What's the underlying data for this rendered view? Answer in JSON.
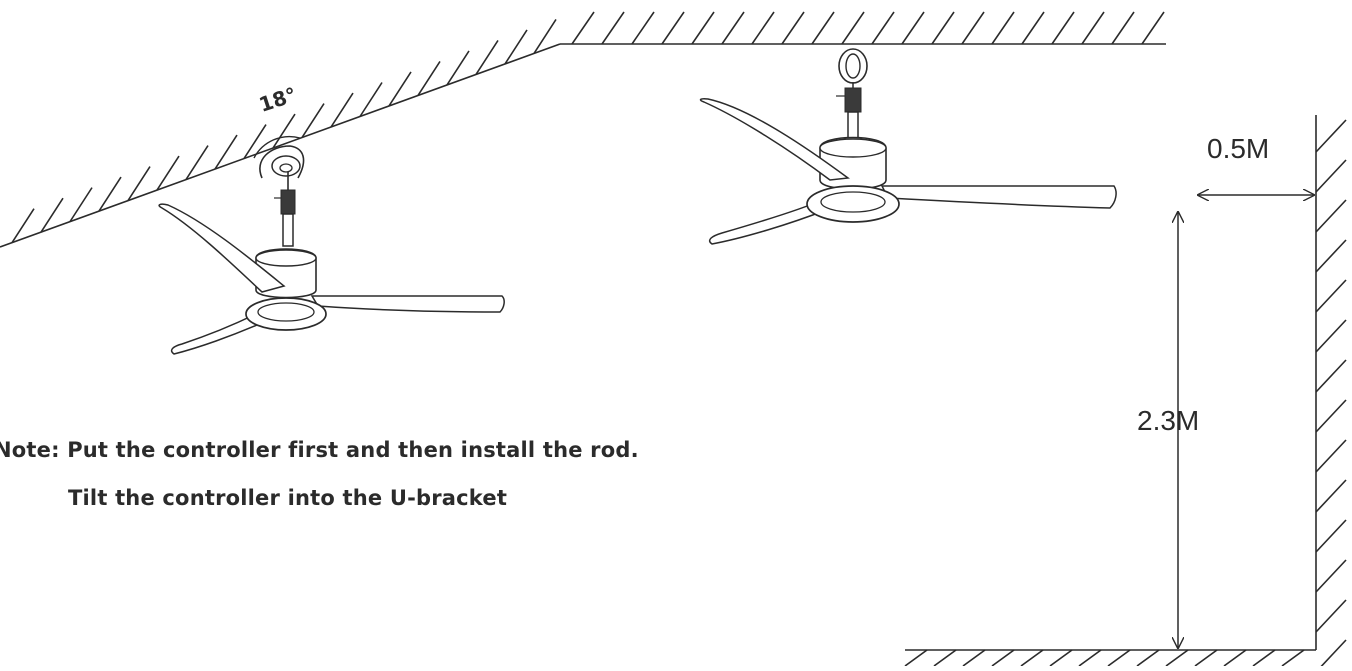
{
  "diagram": {
    "angle_label": "18°",
    "clearance_label": "0.5M",
    "height_label": "2.3M",
    "note": {
      "line1": "Note: Put the controller first and then install the rod.",
      "line2": "Tilt the controller into the U-bracket"
    }
  },
  "colors": {
    "stroke": "#2b2b2b",
    "motor_dark": "#3a3a3a",
    "background": "#ffffff"
  }
}
